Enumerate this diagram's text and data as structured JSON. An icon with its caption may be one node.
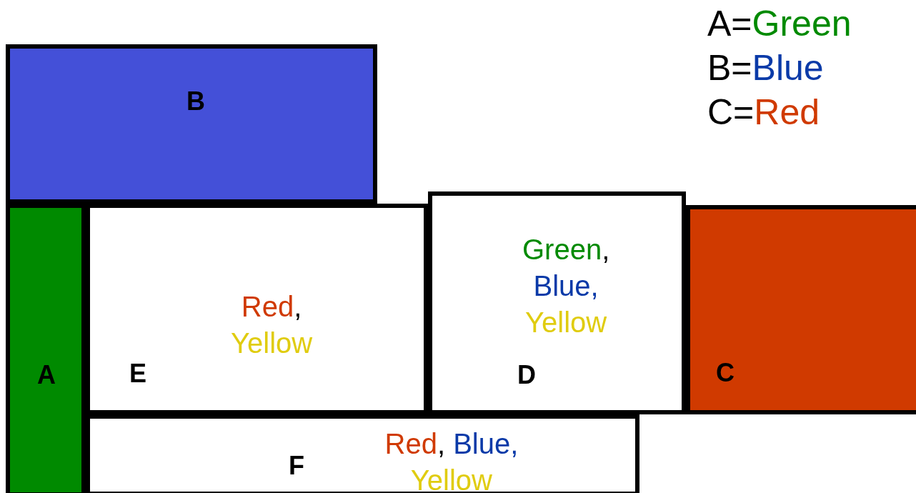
{
  "diagram": {
    "nodes": [
      {
        "text": [
          "B"
        ]
      },
      {
        "text": [
          "A"
        ]
      },
      {
        "text": [
          "Red, Yellow",
          "E"
        ]
      },
      {
        "text": [
          "Green, Blue, Yellow",
          "D"
        ]
      },
      {
        "text": [
          "C"
        ]
      },
      {
        "text": [
          "F",
          "Red, Blue, Yellow"
        ]
      }
    ],
    "edges": [],
    "labels": [
      "A=Green",
      "B=Blue",
      "C=Red"
    ]
  }
}
